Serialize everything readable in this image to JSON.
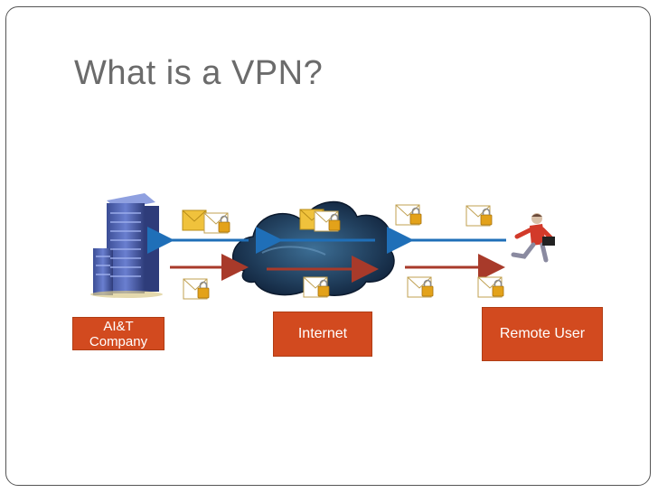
{
  "slide": {
    "title": "What is a VPN?"
  },
  "labels": {
    "company": "AI&T\nCompany",
    "internet": "Internet",
    "remote_user": "Remote User"
  },
  "colors": {
    "label_fill": "#d24a1f",
    "arrow_blue": "#1f6fb8",
    "arrow_red": "#a83a2a",
    "envelope": "#f0c23c",
    "lock": "#e3a21a",
    "cloud": "#1f3a5a",
    "building": "#4a5fa8"
  },
  "icons": [
    "building-icon",
    "cloud-icon",
    "envelope-lock-icon",
    "remote-user-icon"
  ]
}
